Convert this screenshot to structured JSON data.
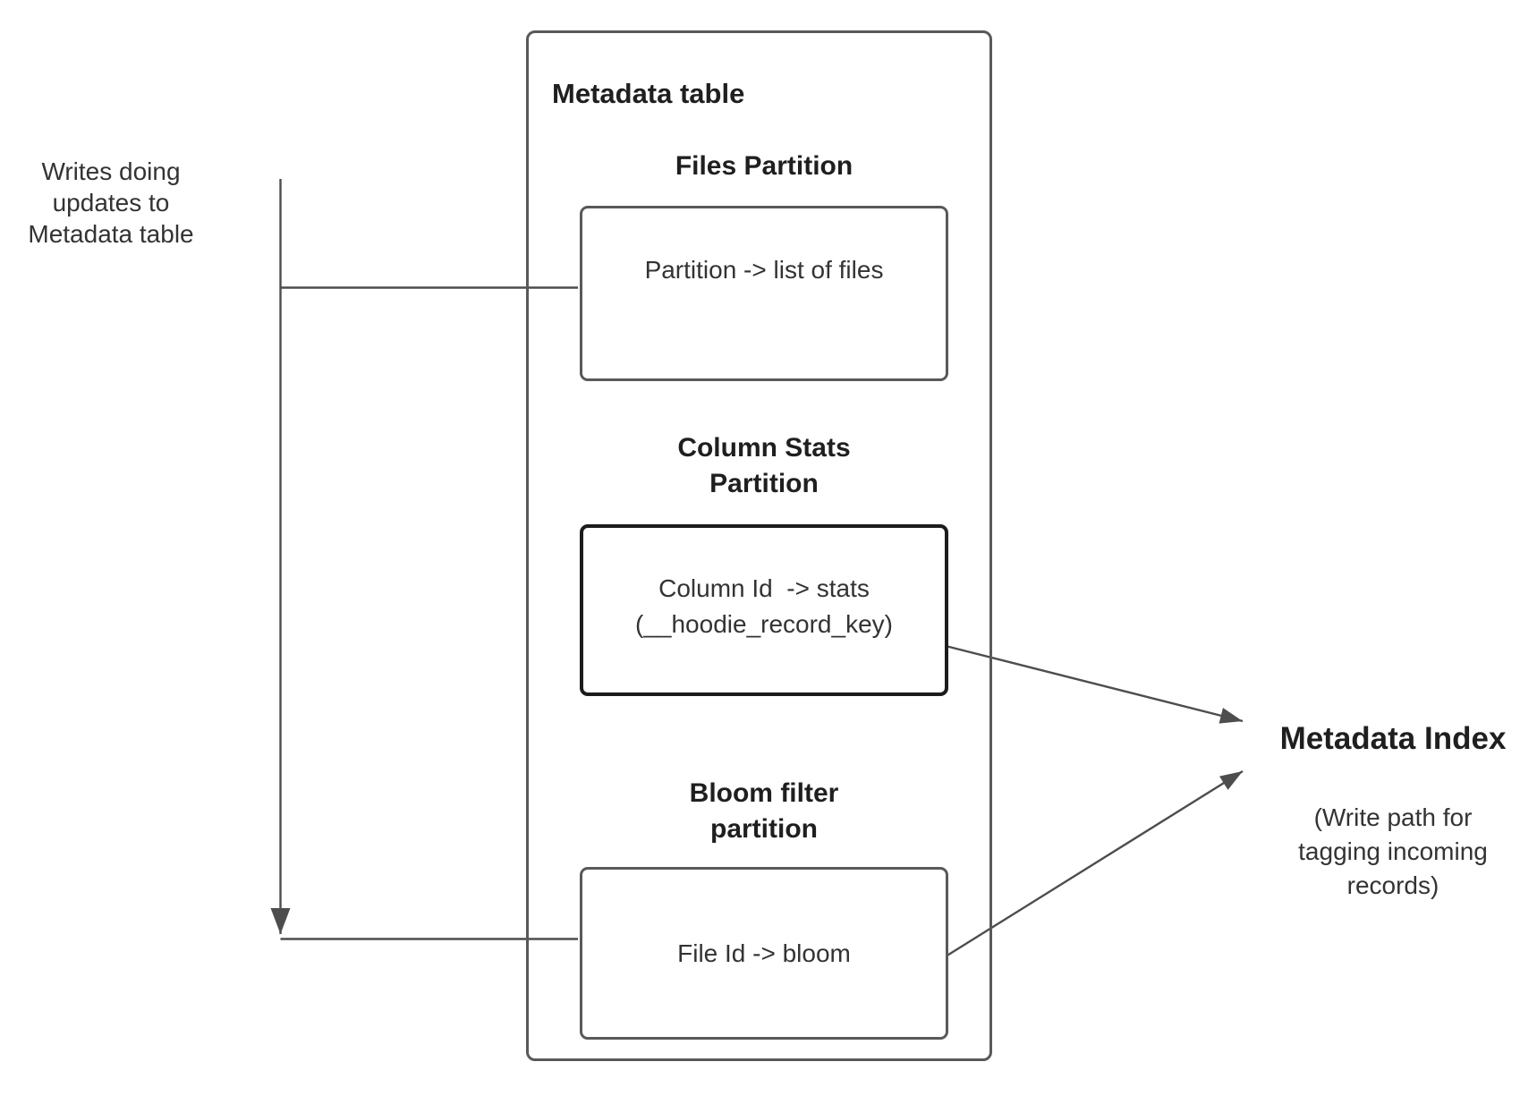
{
  "colors": {
    "bg": "#ffffff",
    "line": "#4d4d4d",
    "box_border": "#595959",
    "emphasis_border": "#1c1c1c",
    "heading_text": "#1f1f1f",
    "body_text": "#333333"
  },
  "left_note": "Writes doing\nupdates to\nMetadata table",
  "metadata_table": {
    "title": "Metadata table",
    "files_partition": {
      "heading": "Files Partition",
      "box_text": "Partition -> list of files"
    },
    "column_stats_partition": {
      "heading": "Column Stats\nPartition",
      "box_text": "Column Id  -> stats\n(__hoodie_record_key)"
    },
    "bloom_filter_partition": {
      "heading": "Bloom filter\npartition",
      "box_text": "File Id -> bloom"
    }
  },
  "metadata_index": {
    "title": "Metadata Index",
    "subtitle": "(Write path for\ntagging incoming\nrecords)"
  }
}
